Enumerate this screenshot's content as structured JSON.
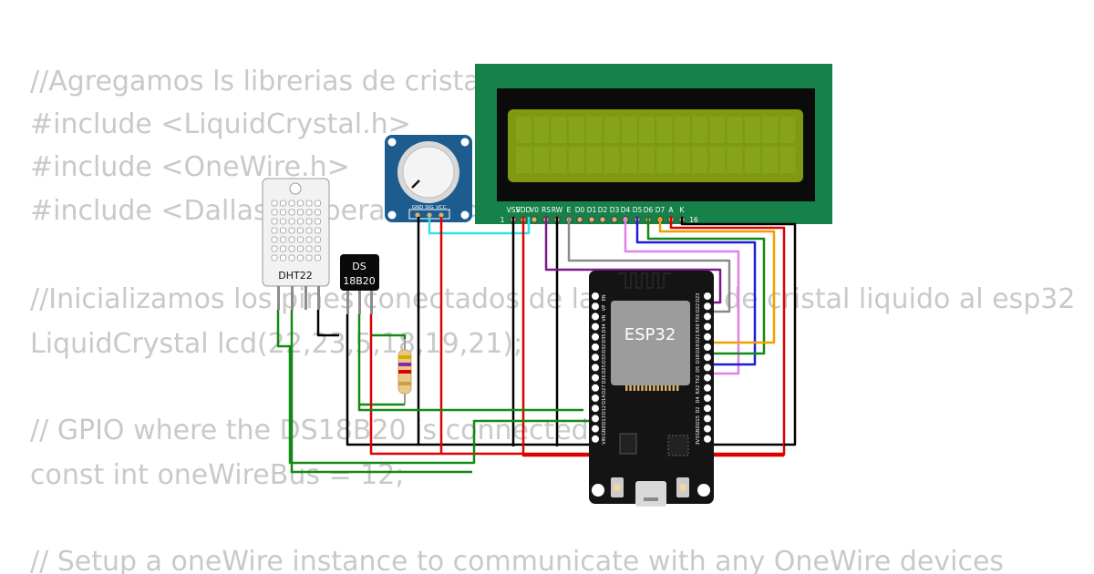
{
  "code_lines": [
    "//Agregamos ls librerias de cristal liquido",
    "#include <LiquidCrystal.h>",
    "#include <OneWire.h>",
    "#include <DallasTemperature.h>",
    "",
    "//Inicializamos los pines conectados de la pantalla de cristal liquido al esp32",
    "LiquidCrystal lcd(22,23,5,18,19,21);",
    "",
    "// GPIO where the DS18B20 is connected to",
    "const int oneWireBus = 12;",
    "",
    "// Setup a oneWire instance to communicate with any OneWire devices"
  ],
  "lcd": {
    "pin_labels": [
      "VSS",
      "VDD",
      "V0",
      "RS",
      "RW",
      "E",
      "D0",
      "D1",
      "D2",
      "D3",
      "D4",
      "D5",
      "D6",
      "D7",
      "A",
      "K"
    ],
    "pin_first": "1",
    "pin_last": "16",
    "colors": {
      "board": "#17814a",
      "bezel": "#0b0b0b",
      "screen": "#7f9a10"
    }
  },
  "potentiometer": {
    "pin_labels": [
      "GND",
      "SIG",
      "VCC"
    ],
    "color": "#1d5c8e"
  },
  "dht22": {
    "label": "DHT22"
  },
  "ds18b20": {
    "label_line1": "DS",
    "label_line2": "18B20"
  },
  "esp32": {
    "label": "ESP32",
    "left_pins": [
      "EN",
      "VP",
      "VN",
      "D34",
      "D35",
      "D32",
      "D33",
      "D25",
      "D26",
      "D27",
      "D14",
      "D12",
      "D13",
      "GND",
      "VIN"
    ],
    "right_pins": [
      "D23",
      "D22",
      "TX0",
      "RX0",
      "D21",
      "D19",
      "D18",
      "D5",
      "TX2",
      "RX2",
      "D4",
      "D2",
      "D15",
      "GND",
      "3V3"
    ]
  },
  "wire_colors": {
    "black": "#000000",
    "red": "#e00000",
    "green": "#138a13",
    "cyan": "#33e0e8",
    "purple": "#7a1a8a",
    "gray": "#8a8a8a",
    "violet": "#e080e8",
    "blue": "#1d1dd8",
    "orange": "#f0a000"
  }
}
